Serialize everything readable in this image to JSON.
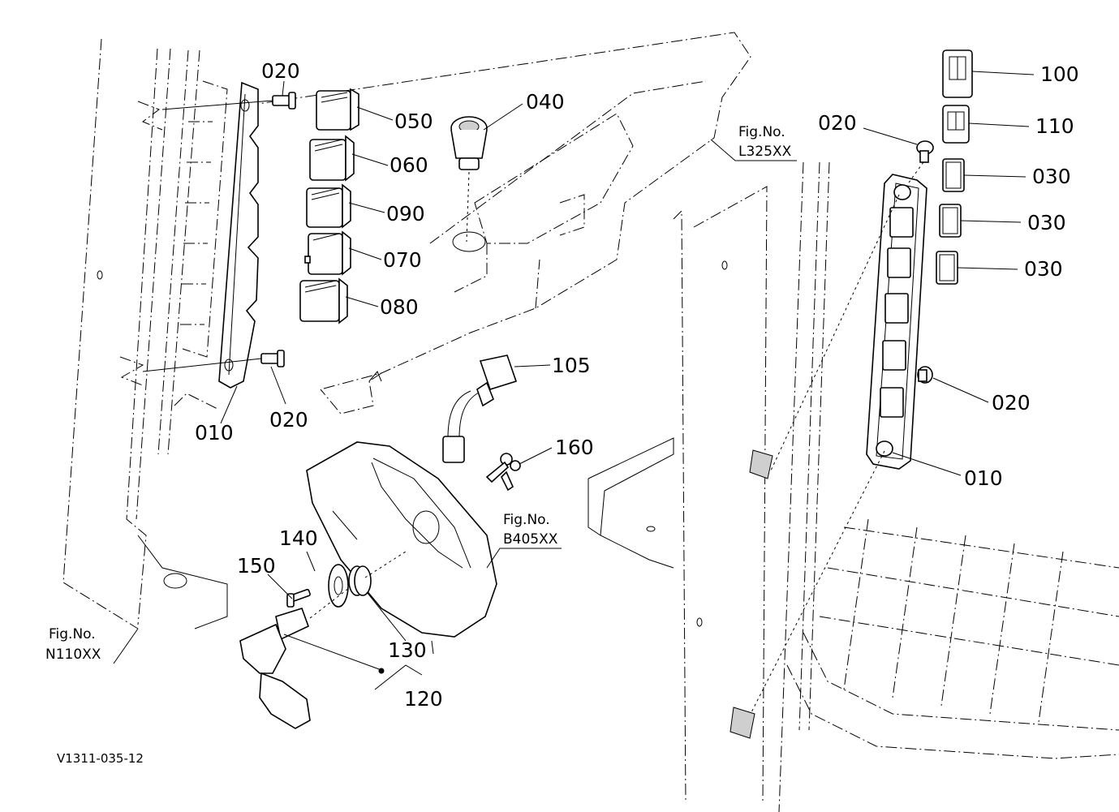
{
  "labels": {
    "l010a": "010",
    "l020a": "020",
    "l020b": "020",
    "l050": "050",
    "l060": "060",
    "l090": "090",
    "l070": "070",
    "l080": "080",
    "l040": "040",
    "l105": "105",
    "l160": "160",
    "l140": "140",
    "l150": "150",
    "l130": "130",
    "l120": "120",
    "l100": "100",
    "l110": "110",
    "l030a": "030",
    "l030b": "030",
    "l030c": "030",
    "l020c": "020",
    "l020d": "020",
    "l010b": "010"
  },
  "fig_refs": {
    "l325": {
      "line1": "Fig.No.",
      "line2": "L325XX"
    },
    "b405": {
      "line1": "Fig.No.",
      "line2": "B405XX"
    },
    "n110": {
      "line1": "Fig.No.",
      "line2": "N110XX"
    }
  },
  "drawing_code": "V1311-035-12"
}
